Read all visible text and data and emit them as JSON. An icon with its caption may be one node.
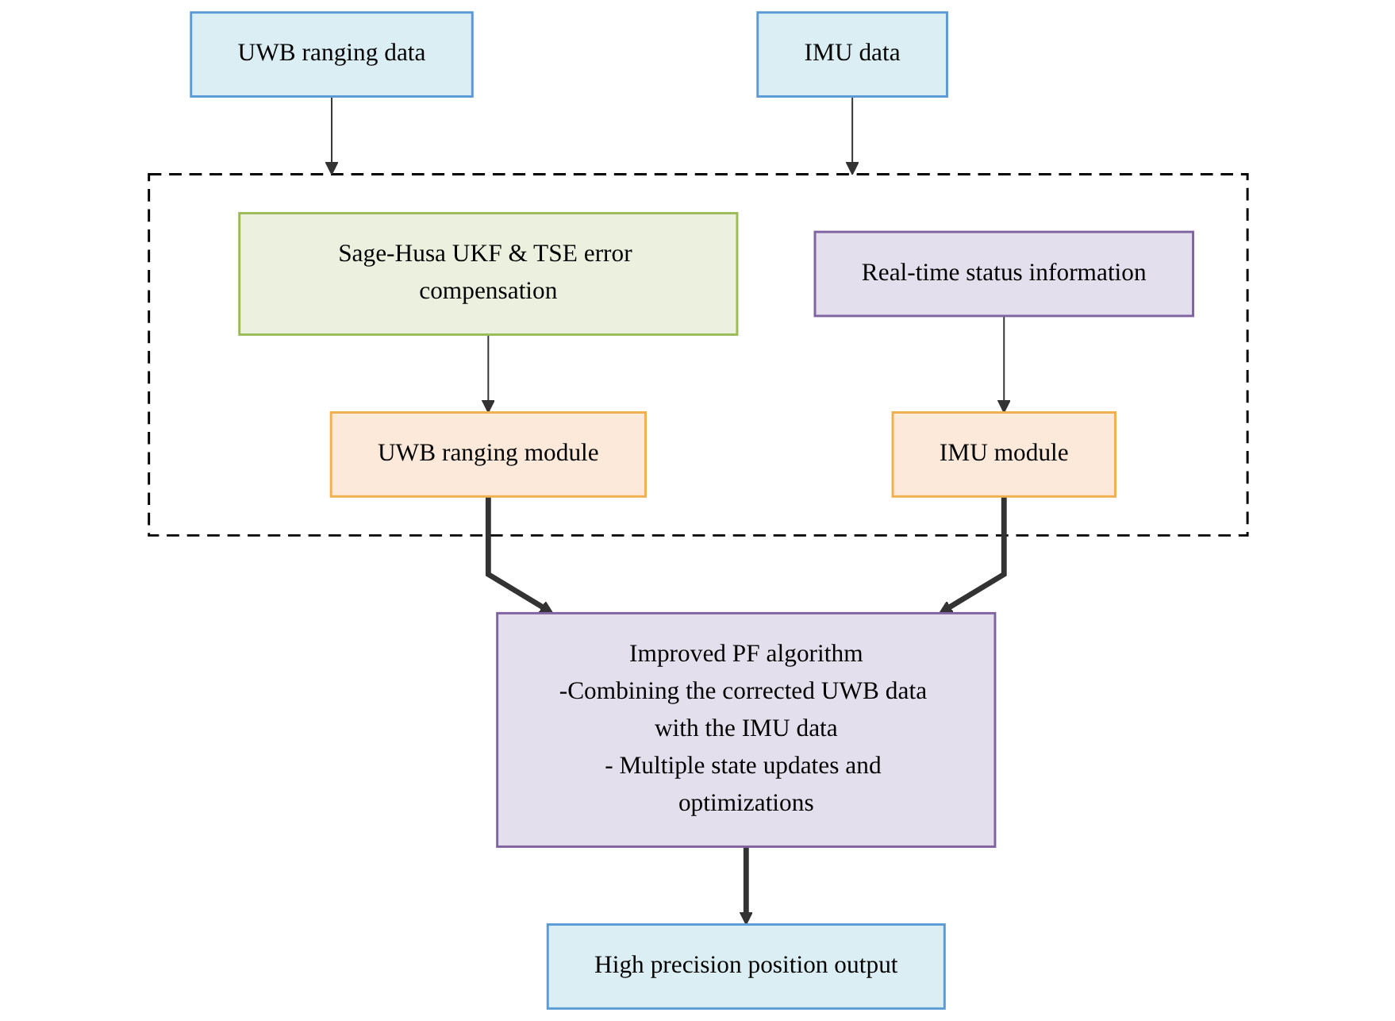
{
  "diagram": {
    "nodes": [
      {
        "text": [
          "UWB ranging data"
        ]
      },
      {
        "text": [
          "IMU data"
        ]
      },
      {
        "text": [],
        "shape": "box"
      },
      {
        "text": [
          "Sage-Husa UKF & TSE error compensation"
        ],
        "in": 2
      },
      {
        "text": [
          "Real-time status information"
        ],
        "in": 2
      },
      {
        "text": [
          "UWB ranging module"
        ],
        "in": 2
      },
      {
        "text": [
          "IMU module"
        ],
        "in": 2
      },
      {
        "text": [
          "Improved PF algorithm",
          "-Combining the corrected UWB data with the IMU data",
          "- Multiple state updates and optimizations"
        ]
      },
      {
        "text": [
          "High precision position output"
        ]
      }
    ],
    "edges": [
      {
        "from": 0,
        "to": 2,
        "arrow": "to"
      },
      {
        "from": 1,
        "to": 2,
        "arrow": "to"
      },
      {
        "from": 3,
        "to": 5,
        "arrow": "to"
      },
      {
        "from": 4,
        "to": 6,
        "arrow": "to"
      },
      {
        "from": 5,
        "to": 7,
        "arrow": "to",
        "style": "thick"
      },
      {
        "from": 6,
        "to": 7,
        "arrow": "to",
        "style": "thick"
      },
      {
        "from": 7,
        "to": 8,
        "arrow": "to",
        "style": "thick"
      }
    ]
  }
}
